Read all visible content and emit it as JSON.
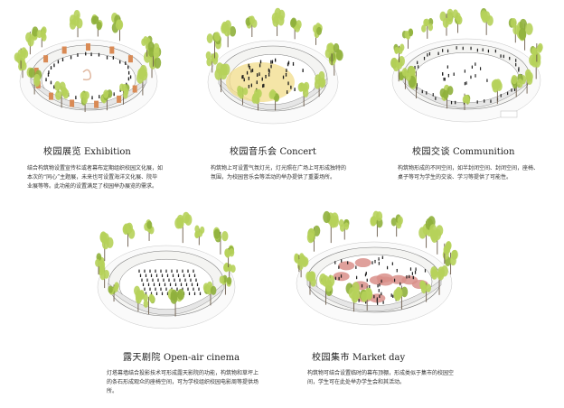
{
  "panels": [
    {
      "id": "exhibition",
      "title_zh": "校园展览",
      "title_en": "Exhibition",
      "desc": [
        "结合构筑物设置宣传栏或者幕布定期组织校园文化展，如",
        "本次的“同心”主题展，未来也可设置海洋文化展、院毕",
        "业展等等。此功能的设置满足了校园举办展览的需求。"
      ],
      "scene": "exhibition"
    },
    {
      "id": "concert",
      "title_zh": "校园音乐会",
      "title_en": "Concert",
      "desc": [
        "构筑物上可设置气氛灯光，灯光照在广场上可形成独特的",
        "氛围，为校园音乐会等活动的举办提供了重要场所。"
      ],
      "scene": "concert"
    },
    {
      "id": "communition",
      "title_zh": "校园交谈",
      "title_en": "Communition",
      "desc": [
        "构筑物形成的不同空间，如半封闭空间、封闭空间，座椅、",
        "桌子等可为学生的交谈、学习等提供了可能性。"
      ],
      "scene": "communition"
    },
    {
      "id": "cinema",
      "title_zh": "露天剧院",
      "title_en": "Open-air cinema",
      "desc": [
        "灯塔幕墙结合投影技术可形成露天影院的功能，构筑物和草坪上",
        "的条石形成观众的座椅空间，可为学校组织校园电影周等提供场",
        "所。"
      ],
      "scene": "cinema"
    },
    {
      "id": "market",
      "title_zh": "校园集市",
      "title_en": "Market day",
      "desc": [
        "构筑物可结合设置临时的幕布顶棚，形成类似于集市的校园空",
        "间，学生可在此处举办学生会和其活动。"
      ],
      "scene": "market"
    }
  ],
  "colors": {
    "tree": "#b6d15a",
    "tree_dark": "#8fb03c",
    "tree_blue": "#9ec8d6",
    "trunk": "#6b5b4a",
    "ring": "#f4f4f2",
    "ring_edge": "#7a7a7a",
    "ground": "#ececec",
    "exhibition_panel": "#d98a55",
    "concert_light": "#f2dc8a",
    "market_canopy": "#d98f8a",
    "people": "#1a1a1a"
  }
}
